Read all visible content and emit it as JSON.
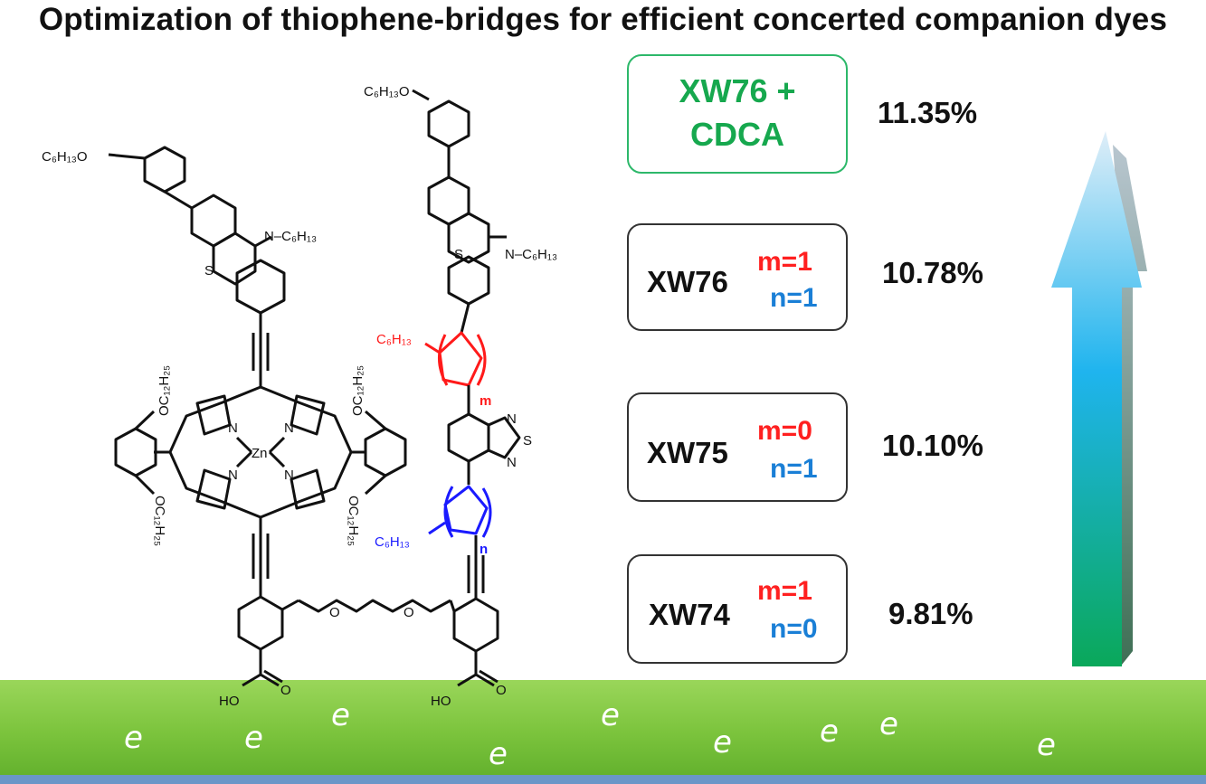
{
  "title": "Optimization of thiophene-bridges for efficient concerted companion dyes",
  "colors": {
    "substrate_green": "#7dc63e",
    "best_green": "#16a84e",
    "m_red": "#ff2020",
    "n_blue": "#1a7fd6",
    "thiophene_m": "#ff1a1a",
    "thiophene_n": "#1a1aff"
  },
  "cells": [
    {
      "name": "XW76 + CDCA",
      "line1": "XW76 +",
      "line2": "CDCA",
      "efficiency": "11.35%"
    },
    {
      "name": "XW76",
      "m": "m=1",
      "n": "n=1",
      "efficiency": "10.78%"
    },
    {
      "name": "XW75",
      "m": "m=0",
      "n": "n=1",
      "efficiency": "10.10%"
    },
    {
      "name": "XW74",
      "m": "m=1",
      "n": "n=0",
      "efficiency": "9.81%"
    }
  ],
  "molecule_labels": {
    "c6_oxy_left": "C₆H₁₃O",
    "c6_oxy_right": "C₆H₁₃O",
    "n_hexyl_left": "N–C₆H₁₃",
    "n_hexyl_right": "N–C₆H₁₃",
    "s": "S",
    "n": "N",
    "zn": "Zn",
    "oc12_tl": "OC₁₂H₂₅",
    "oc12_bl": "OC₁₂H₂₅",
    "oc12_tr": "OC₁₂H₂₅",
    "oc12_br": "OC₁₂H₂₅",
    "o": "O",
    "hooc": "HO",
    "c6_thio_m": "C₆H₁₃",
    "c6_thio_n": "C₆H₁₃",
    "m_sub": "m",
    "n_sub": "n"
  },
  "electron_symbol": "e"
}
